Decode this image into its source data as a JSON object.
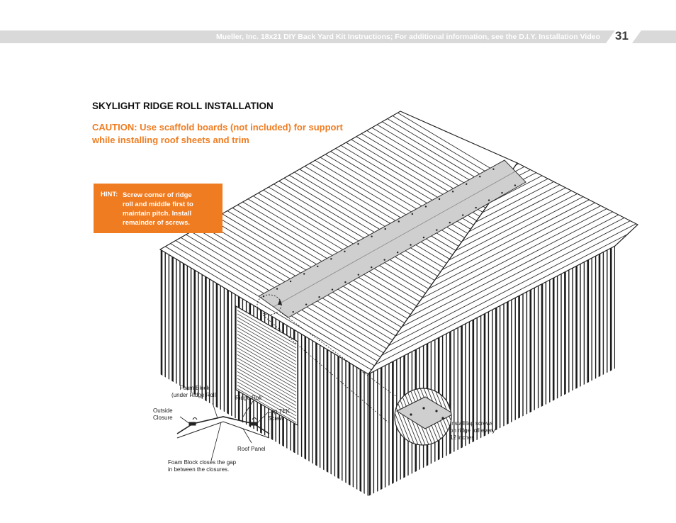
{
  "header": {
    "title": "Mueller, Inc. 18x21 DIY Back Yard Kit Instructions; For additional information, see the D.I.Y. Installation Video",
    "page_number": "31",
    "band_color": "#d9d9d9",
    "text_color": "#ffffff"
  },
  "section_title": "SKYLIGHT RIDGE ROLL INSTALLATION",
  "caution": {
    "line1": "CAUTION: Use scaffold boards (not included) for support",
    "line2": "while installing roof sheets and trim",
    "color": "#ef7d22"
  },
  "hint": {
    "label": "HINT:",
    "line1": "Screw corner of ridge",
    "line2": "roll and middle first to",
    "line3": "maintain pitch. Install",
    "line4": "remainder of screws.",
    "bg_color": "#f07c22"
  },
  "detail_labels": {
    "foam_block_top": [
      "Foam Block",
      "(under Ridge Roll)"
    ],
    "ridge_roll": "Ridge Roll",
    "outside_closure": [
      "Outside",
      "Closure"
    ],
    "lap_tek_screw": [
      "Lap TEK",
      "Screw"
    ],
    "roof_panel": "Roof Panel",
    "foam_block_bottom": [
      "Foam Block closes the gap",
      "in between the closures."
    ],
    "lap_screws_note": [
      "Install lap screws",
      "on ridge roll every",
      "12 inches"
    ]
  }
}
